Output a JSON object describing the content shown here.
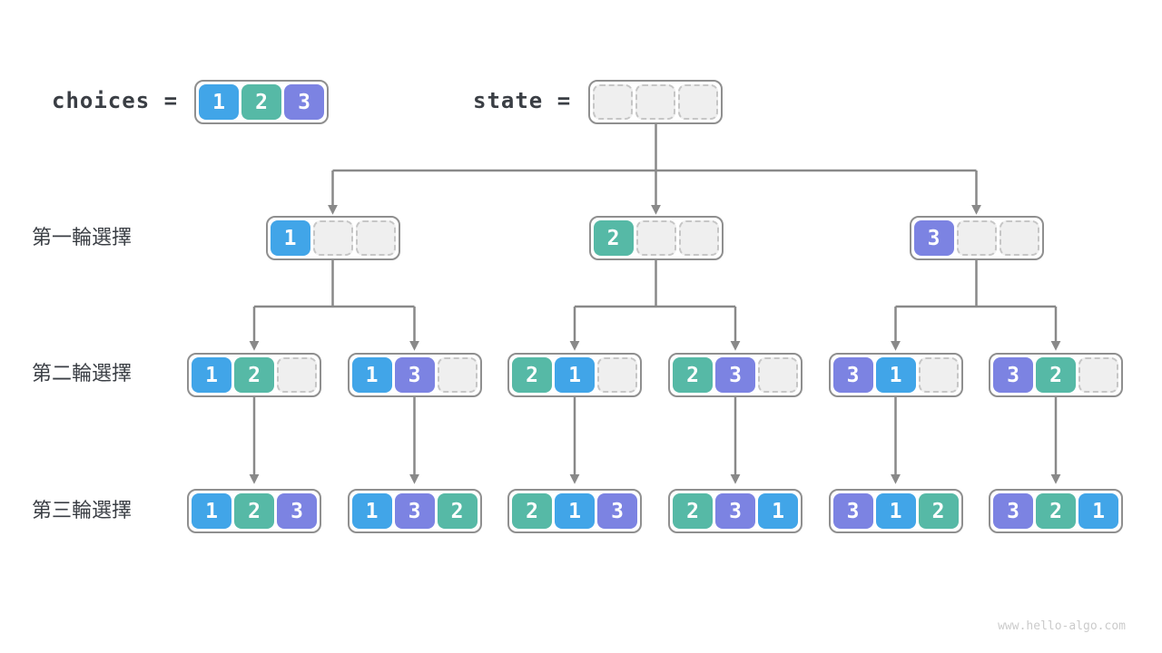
{
  "header": {
    "choices_label": "choices =",
    "state_label": "state =",
    "choices_cells": [
      1,
      2,
      3
    ],
    "state_cells": [
      null,
      null,
      null
    ]
  },
  "rows": [
    {
      "label": "第一輪選擇",
      "nodes": [
        [
          1,
          null,
          null
        ],
        [
          2,
          null,
          null
        ],
        [
          3,
          null,
          null
        ]
      ]
    },
    {
      "label": "第二輪選擇",
      "nodes": [
        [
          1,
          2,
          null
        ],
        [
          1,
          3,
          null
        ],
        [
          2,
          1,
          null
        ],
        [
          2,
          3,
          null
        ],
        [
          3,
          1,
          null
        ],
        [
          3,
          2,
          null
        ]
      ]
    },
    {
      "label": "第三輪選擇",
      "nodes": [
        [
          1,
          2,
          3
        ],
        [
          1,
          3,
          2
        ],
        [
          2,
          1,
          3
        ],
        [
          2,
          3,
          1
        ],
        [
          3,
          1,
          2
        ],
        [
          3,
          2,
          1
        ]
      ]
    }
  ],
  "palette": {
    "value1": "#41a5e8",
    "value2": "#56b9a6",
    "value3": "#7c83e2",
    "empty_fill": "#efefef",
    "empty_border": "#c6c6c6",
    "box_border": "#8f8f8f",
    "arrow": "#898989",
    "label_text": "#3a3e44",
    "watermark_text": "#cbcbcb"
  },
  "watermark": "www.hello-algo.com"
}
